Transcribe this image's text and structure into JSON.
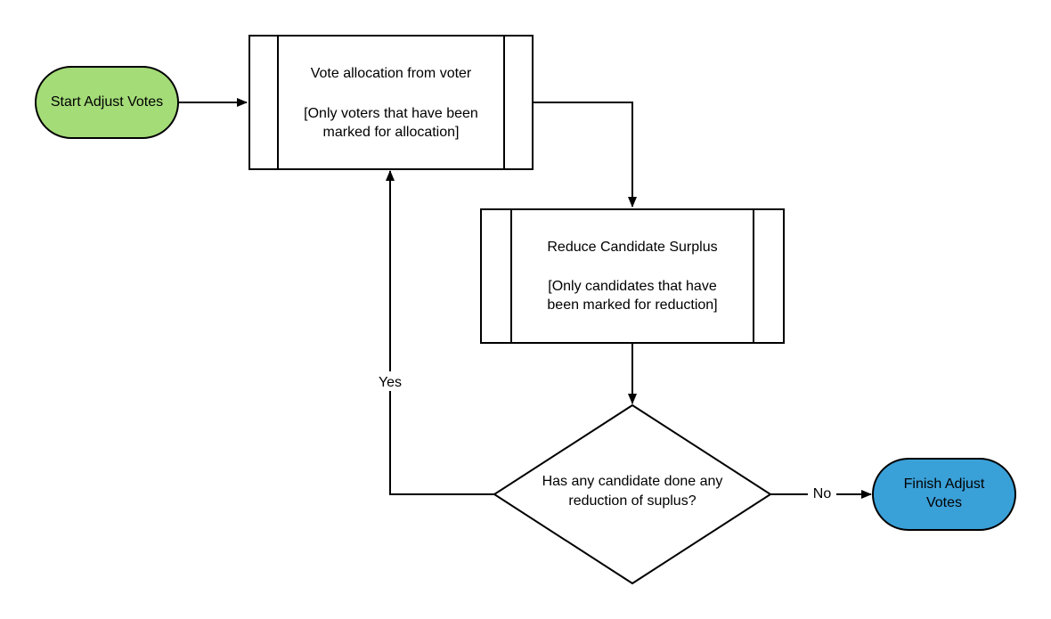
{
  "diagram": {
    "start": {
      "label": "Start Adjust Votes",
      "fill": "#a4dc78"
    },
    "process_vote": {
      "title": "Vote allocation from voter",
      "note_line1": "[Only voters that have been",
      "note_line2": "marked for allocation]"
    },
    "process_reduce": {
      "title": "Reduce Candidate Surplus",
      "note_line1": "[Only candidates that have",
      "note_line2": "been marked for reduction]"
    },
    "decision": {
      "line1": "Has any candidate done any",
      "line2": "reduction of suplus?"
    },
    "finish": {
      "line1": "Finish Adjust",
      "line2": "Votes",
      "fill": "#3aa0d8"
    },
    "edges": {
      "yes_label": "Yes",
      "no_label": "No"
    }
  }
}
